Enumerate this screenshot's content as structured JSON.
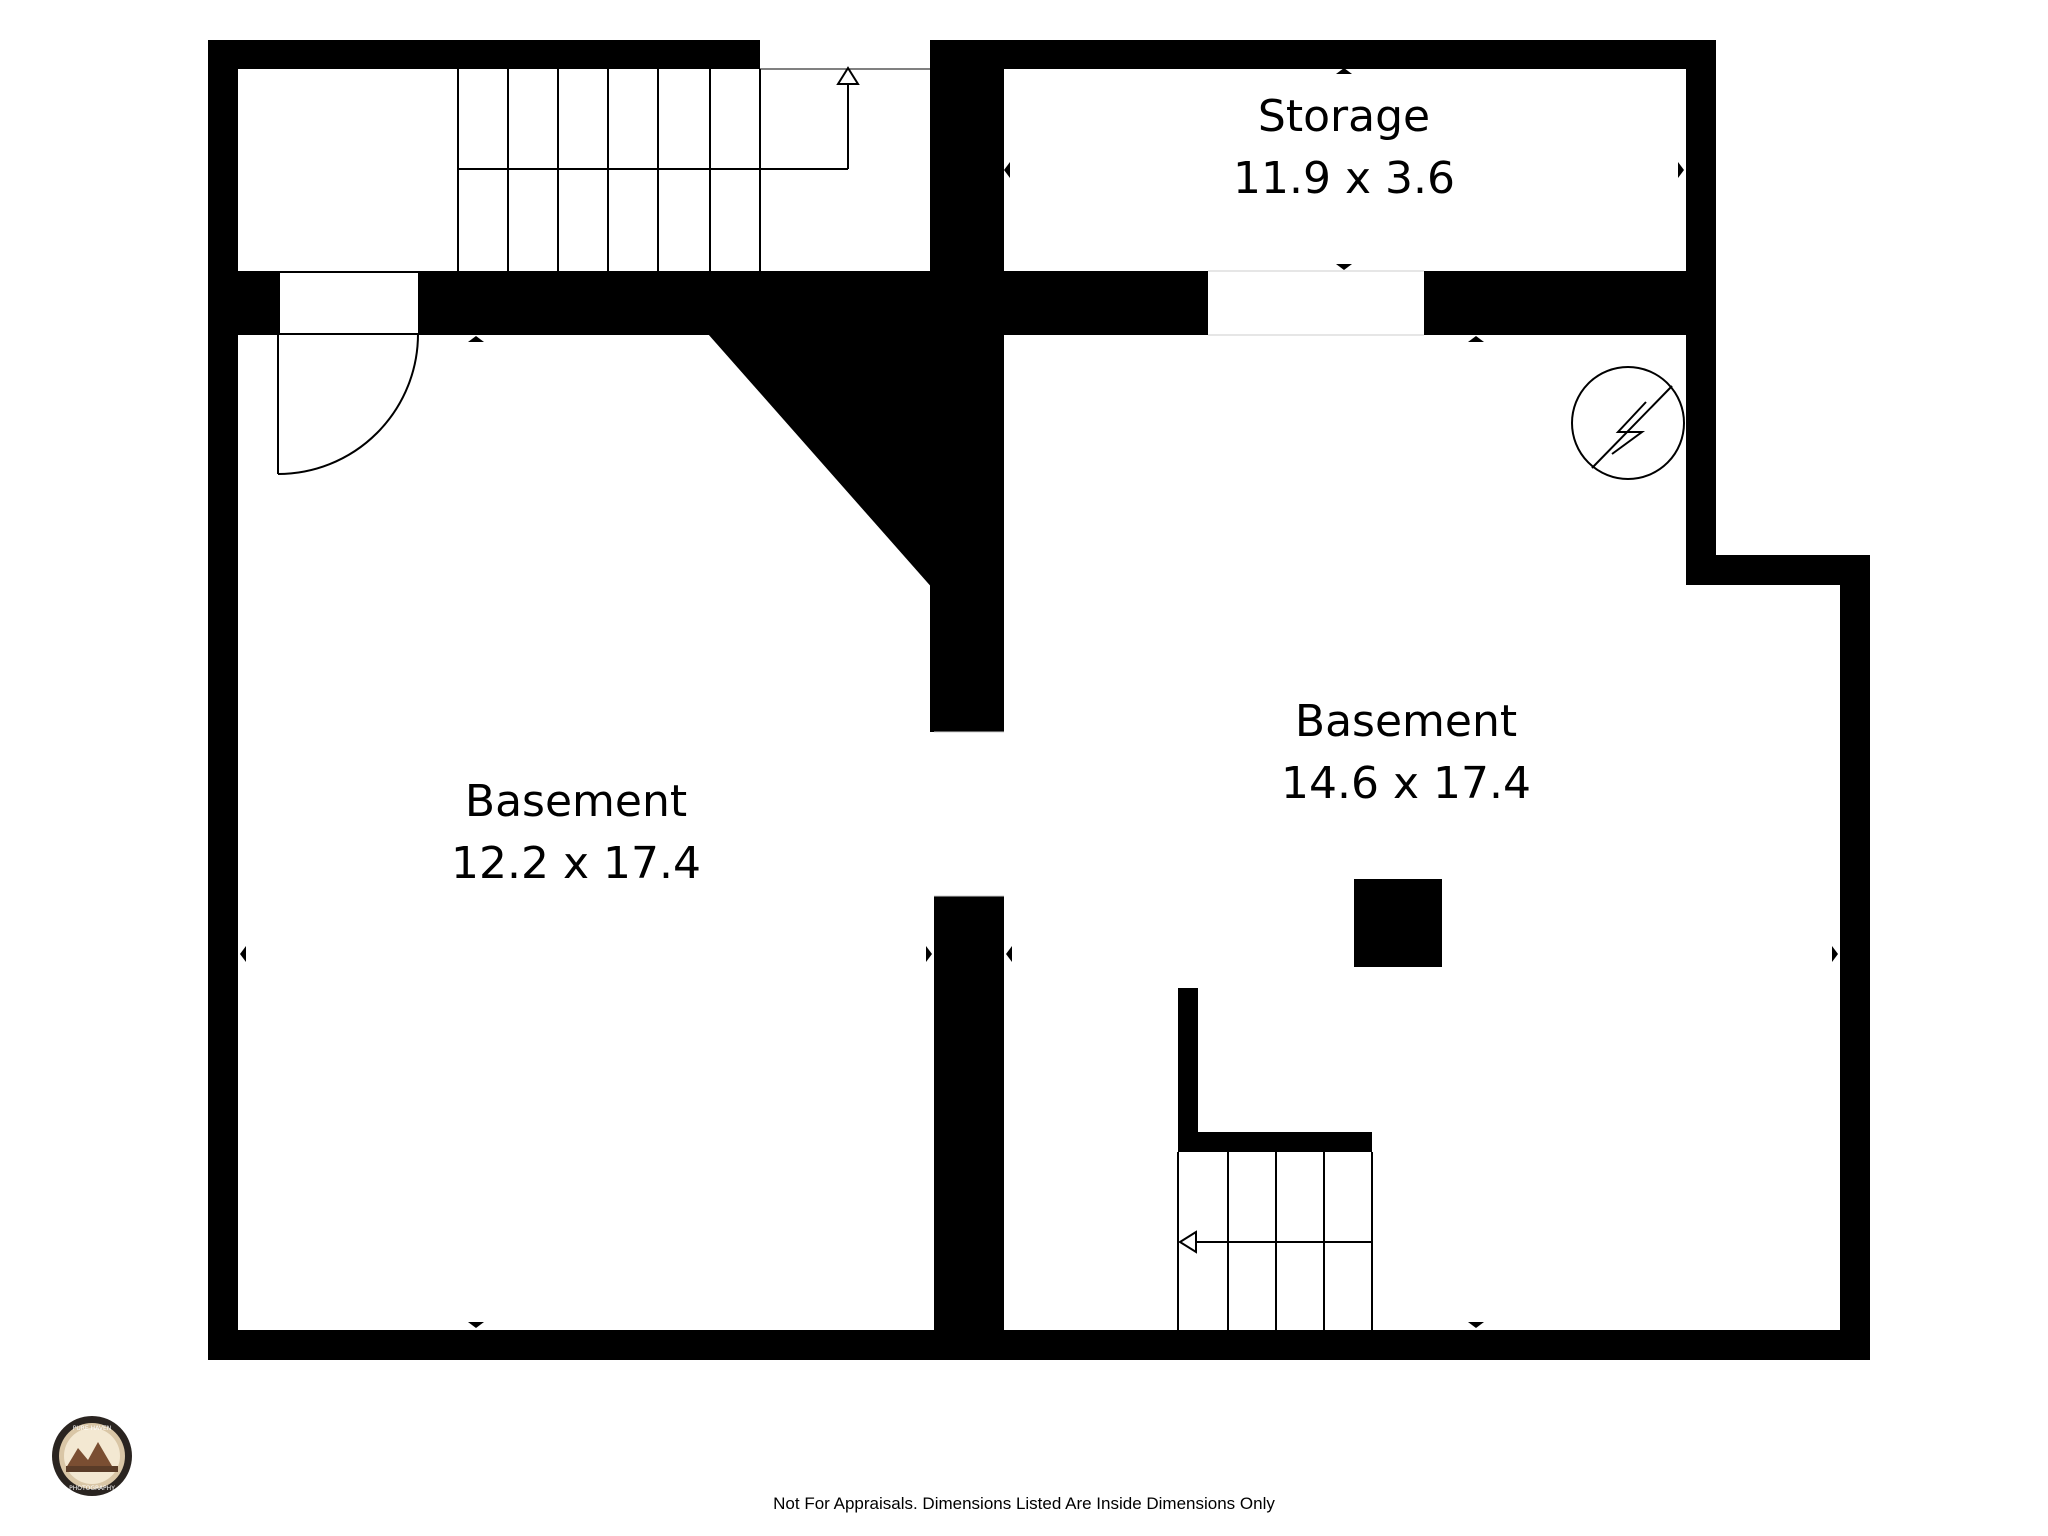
{
  "rooms": [
    {
      "name": "Storage",
      "dims": "11.9 x 3.6"
    },
    {
      "name": "Basement",
      "dims": "12.2 x 17.4"
    },
    {
      "name": "Basement",
      "dims": "14.6 x 17.4"
    }
  ],
  "footer": {
    "note": "Not For Appraisals. Dimensions Listed Are Inside Dimensions Only"
  },
  "logo": {
    "text_top": "PURE HAVEN",
    "text_bottom": "PHOTOGRAPHY"
  },
  "colors": {
    "wall": "#000000",
    "background": "#ffffff"
  },
  "icons": [
    "stair-arrow-icon",
    "water-heater-icon",
    "dimension-marker-icon"
  ]
}
